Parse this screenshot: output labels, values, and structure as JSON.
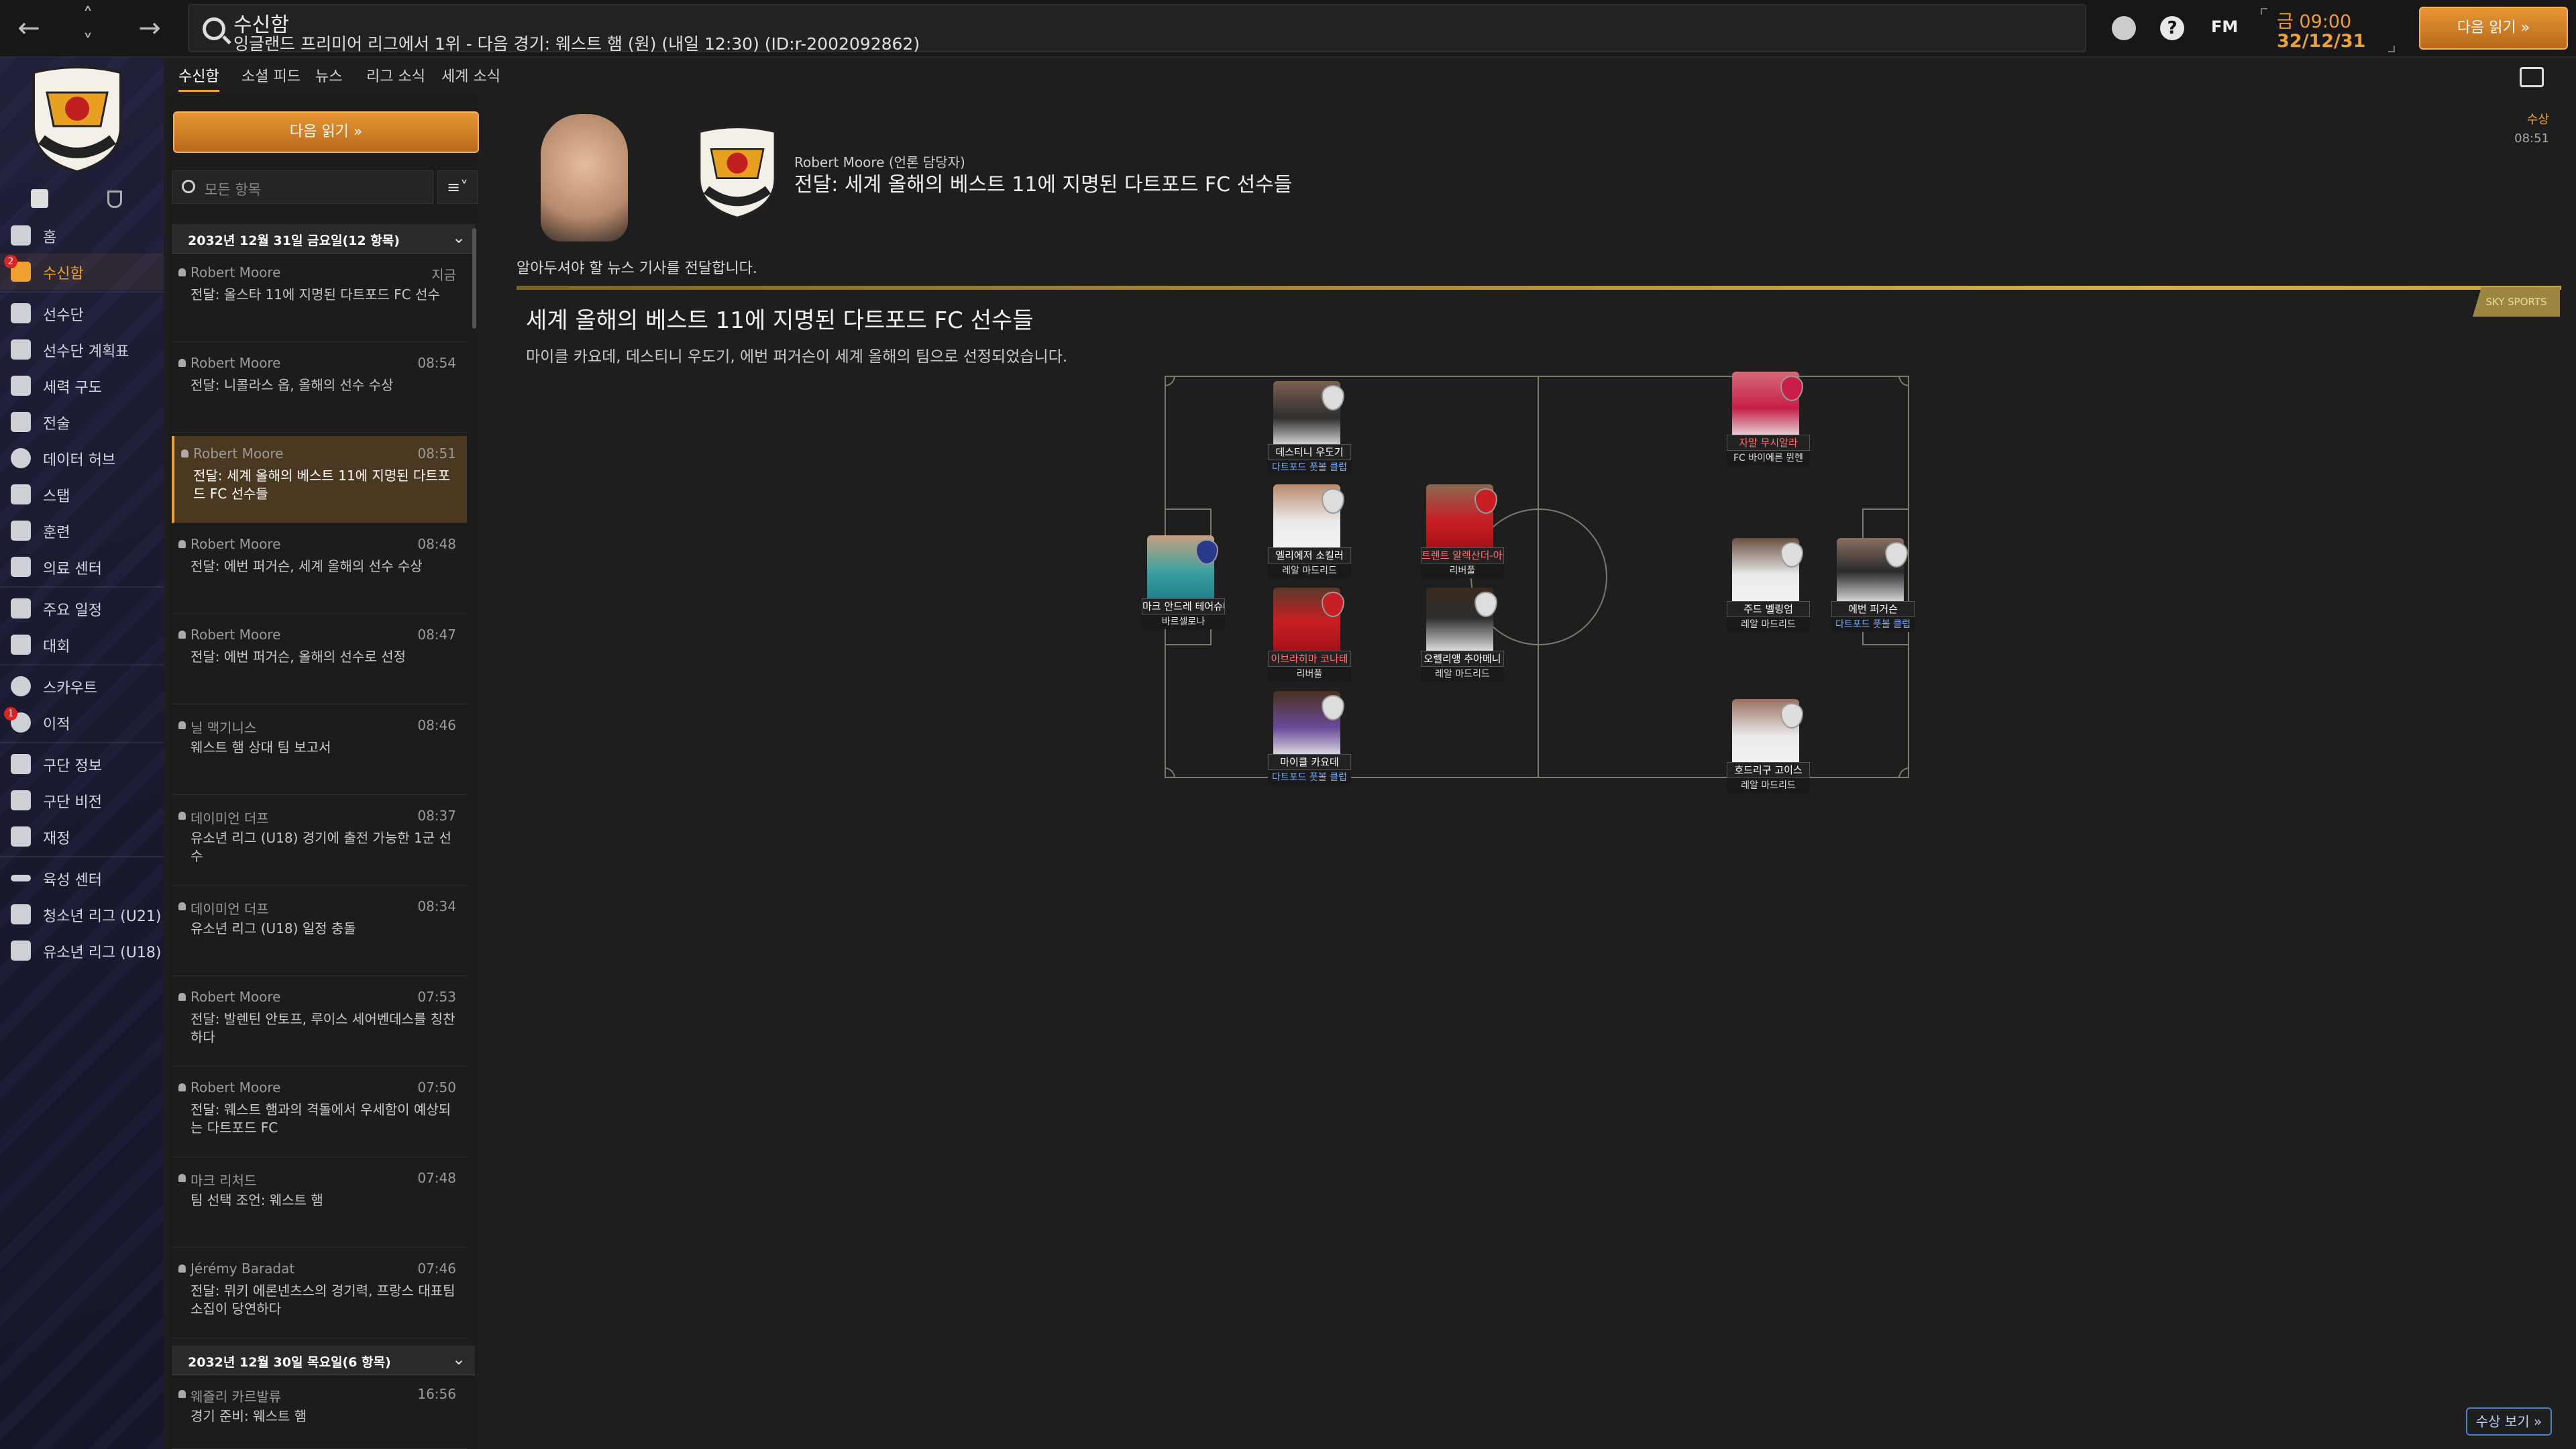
{
  "topbar": {
    "back": "←",
    "up": "˄",
    "down": "˅",
    "forward": "→",
    "title": "수신함",
    "subtitle": "잉글랜드 프리미어 리그에서 1위 - 다음 경기: 웨스트 햄 (원) (내일 12:30) (ID:r-2002092862)",
    "help": "?",
    "fm": "FM",
    "time": "금 09:00",
    "date": "32/12/31",
    "continue_label": "다음 읽기 »"
  },
  "leftnav": {
    "items": [
      {
        "label": "홈"
      },
      {
        "label": "수신함"
      },
      {
        "label": "선수단"
      },
      {
        "label": "선수단 계획표"
      },
      {
        "label": "세력 구도"
      },
      {
        "label": "전술"
      },
      {
        "label": "데이터 허브"
      },
      {
        "label": "스탭"
      },
      {
        "label": "훈련"
      },
      {
        "label": "의료 센터"
      },
      {
        "label": "주요 일정"
      },
      {
        "label": "대회"
      },
      {
        "label": "스카우트"
      },
      {
        "label": "이적"
      },
      {
        "label": "구단 정보"
      },
      {
        "label": "구단 비전"
      },
      {
        "label": "재정"
      },
      {
        "label": "육성 센터"
      },
      {
        "label": "청소년 리그 (U21)"
      },
      {
        "label": "유소년 리그 (U18)"
      }
    ],
    "badges": {
      "inbox": "2",
      "transfers": "1"
    }
  },
  "tabs": [
    "수신함",
    "소셜 피드",
    "뉴스",
    "리그 소식",
    "세계 소식"
  ],
  "inbox": {
    "continue_label": "다음 읽기 »",
    "filter_placeholder": "모든 항목",
    "sort_label": "≡˅",
    "group1": "2032년 12월 31일 금요일(12 항목)",
    "group2": "2032년 12월 30일 목요일(6 항목)",
    "messages": [
      {
        "sender": "Robert Moore",
        "time": "지금",
        "body": "전달: 올스타 11에 지명된 다트포드 FC 선수"
      },
      {
        "sender": "Robert Moore",
        "time": "08:54",
        "body": "전달: 니콜라스 옵, 올해의 선수 수상"
      },
      {
        "sender": "Robert Moore",
        "time": "08:51",
        "body": "전달: 세계 올해의 베스트 11에 지명된 다트포드 FC 선수들"
      },
      {
        "sender": "Robert Moore",
        "time": "08:48",
        "body": "전달: 에번 퍼거슨, 세계 올해의 선수 수상"
      },
      {
        "sender": "Robert Moore",
        "time": "08:47",
        "body": "전달: 에번 퍼거슨, 올해의 선수로 선정"
      },
      {
        "sender": "닐 맥기니스",
        "time": "08:46",
        "body": "웨스트 햄 상대 팀 보고서"
      },
      {
        "sender": "데이미언 더프",
        "time": "08:37",
        "body": "유소년 리그 (U18) 경기에 출전 가능한 1군 선수"
      },
      {
        "sender": "데이미언 더프",
        "time": "08:34",
        "body": "유소년 리그 (U18) 일정 충돌"
      },
      {
        "sender": "Robert Moore",
        "time": "07:53",
        "body": "전달: 발렌틴 안토프, 루이스 세어벤데스를 칭찬하다"
      },
      {
        "sender": "Robert Moore",
        "time": "07:50",
        "body": "전달: 웨스트 햄과의 격돌에서 우세함이 예상되는 다트포드 FC"
      },
      {
        "sender": "마크 리처드",
        "time": "07:48",
        "body": "팀 선택 조언: 웨스트 햄"
      },
      {
        "sender": "Jérémy Baradat",
        "time": "07:46",
        "body": "전달: 뮈키 에론넨츠스의 경기력, 프랑스 대표팀 소집이 당연하다"
      },
      {
        "sender": "웨즐리 카르발류",
        "time": "16:56",
        "body": "경기 준비: 웨스트 햄"
      }
    ]
  },
  "article": {
    "sender": "Robert Moore (언론 담당자)",
    "headline": "전달: 세계 올해의 베스트 11에 지명된 다트포드 FC 선수들",
    "notify_label": "수상",
    "notify_time": "08:51",
    "intro": "알아두셔야 할 뉴스 기사를 전달합니다.",
    "source": "SKY SPORTS",
    "title": "세계 올해의 베스트 11에 지명된 다트포드 FC 선수들",
    "body": "마이클 카요데, 데스티니 우도기, 에번 퍼거슨이 세계 올해의 팀으로 선정되었습니다.",
    "awards_btn": "수상 보기 »"
  },
  "team_of_year": [
    {
      "name": "데스티니 우도기",
      "club": "다트포드 풋볼 클럽",
      "club_color": "#6fa8ff"
    },
    {
      "name": "마크 안드레 테어슈테겐",
      "club": "바르셀로나",
      "club_color": "#dddddd"
    },
    {
      "name": "엘리에저 소킬러",
      "club": "레알 마드리드",
      "club_color": "#dddddd"
    },
    {
      "name": "이브라히마 코나테",
      "club": "리버풀",
      "club_color": "#dddddd"
    },
    {
      "name": "마이클 카요데",
      "club": "다트포드 풋볼 클럽",
      "club_color": "#6fa8ff"
    },
    {
      "name": "트렌트 알렉산더-아놀드",
      "club": "리버풀",
      "club_color": "#dddddd"
    },
    {
      "name": "오렐리앵 추아메니",
      "club": "레알 마드리드",
      "club_color": "#dddddd"
    },
    {
      "name": "자말 무시알라",
      "club": "FC 바이에른 뮌헨",
      "club_color": "#dddddd"
    },
    {
      "name": "주드 벨링엄",
      "club": "레알 마드리드",
      "club_color": "#dddddd"
    },
    {
      "name": "에번 퍼거슨",
      "club": "다트포드 풋볼 클럽",
      "club_color": "#6fa8ff"
    },
    {
      "name": "호드리구 고이스",
      "club": "레알 마드리드",
      "club_color": "#dddddd"
    }
  ]
}
